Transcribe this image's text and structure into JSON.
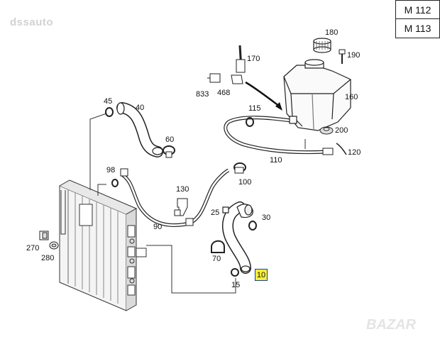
{
  "watermark": "dssauto",
  "watermark_corner": "BAZAR",
  "models": [
    "M 112",
    "M 113"
  ],
  "highlighted_part": "10",
  "parts": {
    "p180": "180",
    "p190": "190",
    "p170": "170",
    "p833": "833",
    "p468": "468",
    "p160": "160",
    "p115": "115",
    "p200": "200",
    "p120": "120",
    "p110": "110",
    "p45": "45",
    "p40": "40",
    "p60": "60",
    "p98": "98",
    "p100": "100",
    "p130": "130",
    "p90": "90",
    "p25": "25",
    "p30": "30",
    "p270": "270",
    "p280": "280",
    "p70": "70",
    "p15": "15"
  }
}
